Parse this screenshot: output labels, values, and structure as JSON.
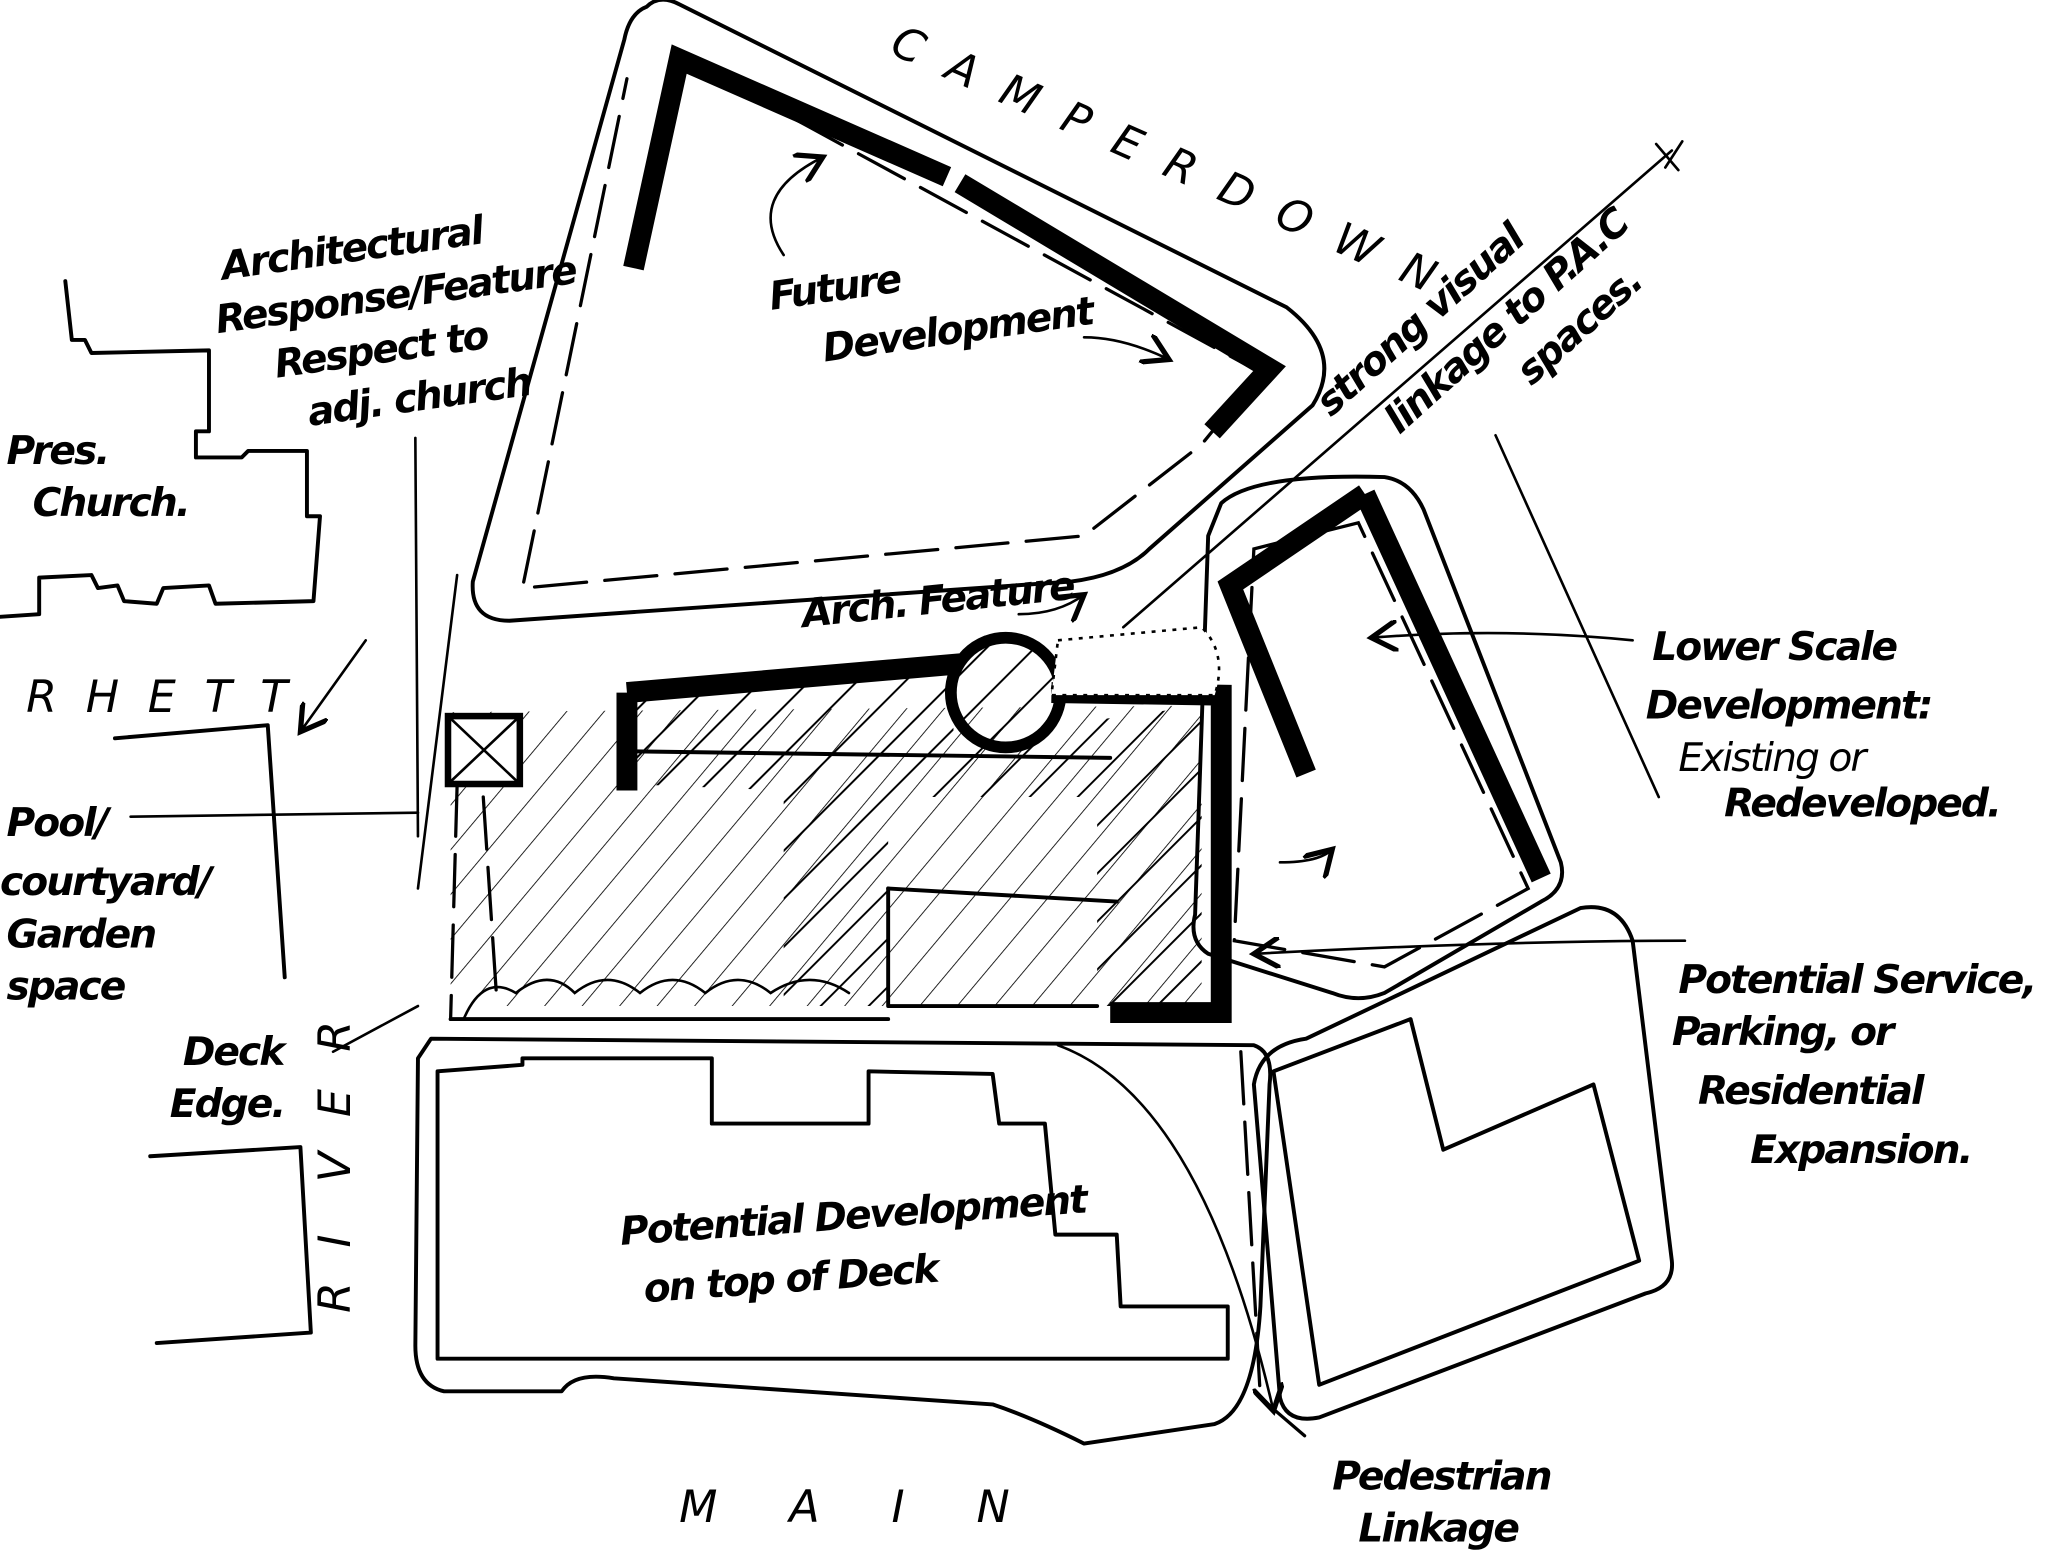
{
  "title": "Site concept sketch",
  "streets": {
    "camperdown": "CAMPERDOWN",
    "rhett": "RHETT",
    "river": [
      "R",
      "I",
      "V",
      "E",
      "R"
    ],
    "main": "MAIN"
  },
  "labels": {
    "future_development": [
      "Future",
      "Development"
    ],
    "architectural_response": [
      "Architectural",
      "Response/Feature",
      "Respect to",
      "adj. church"
    ],
    "pres_church": [
      "Pres.",
      "Church."
    ],
    "pool_courtyard": [
      "Pool/",
      "courtyard/",
      "Garden",
      "space"
    ],
    "deck_edge": [
      "Deck",
      "Edge."
    ],
    "arch_feature": "Arch. Feature",
    "visual_linkage": [
      "strong visual",
      "linkage to P.A.C",
      "spaces."
    ],
    "lower_scale": [
      "Lower Scale",
      "Development:",
      "Existing or",
      "Redeveloped."
    ],
    "potential_service": [
      "Potential Service,",
      "Parking, or",
      "Residential",
      "Expansion."
    ],
    "potential_development": [
      "Potential Development",
      "on top of Deck"
    ],
    "pedestrian_linkage": [
      "Pedestrian",
      "Linkage"
    ]
  }
}
